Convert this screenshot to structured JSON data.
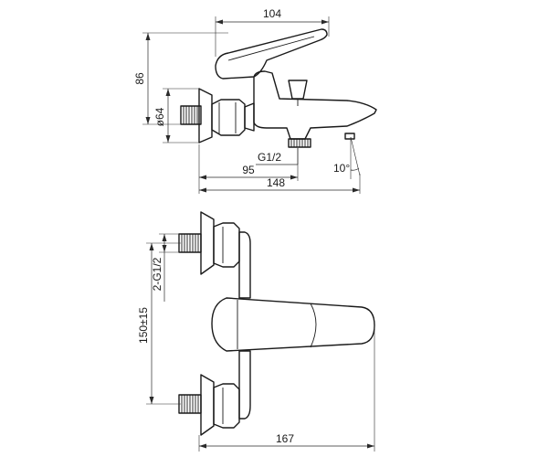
{
  "dimensions": {
    "top_width": "104",
    "handle_height": "86",
    "flange_diameter": "ø64",
    "thread": "G1/2",
    "angle": "10°",
    "inlet_offset": "95",
    "overall_length": "148",
    "inlet_thread": "2-G1/2",
    "center_distance": "150±15",
    "front_length": "167"
  }
}
